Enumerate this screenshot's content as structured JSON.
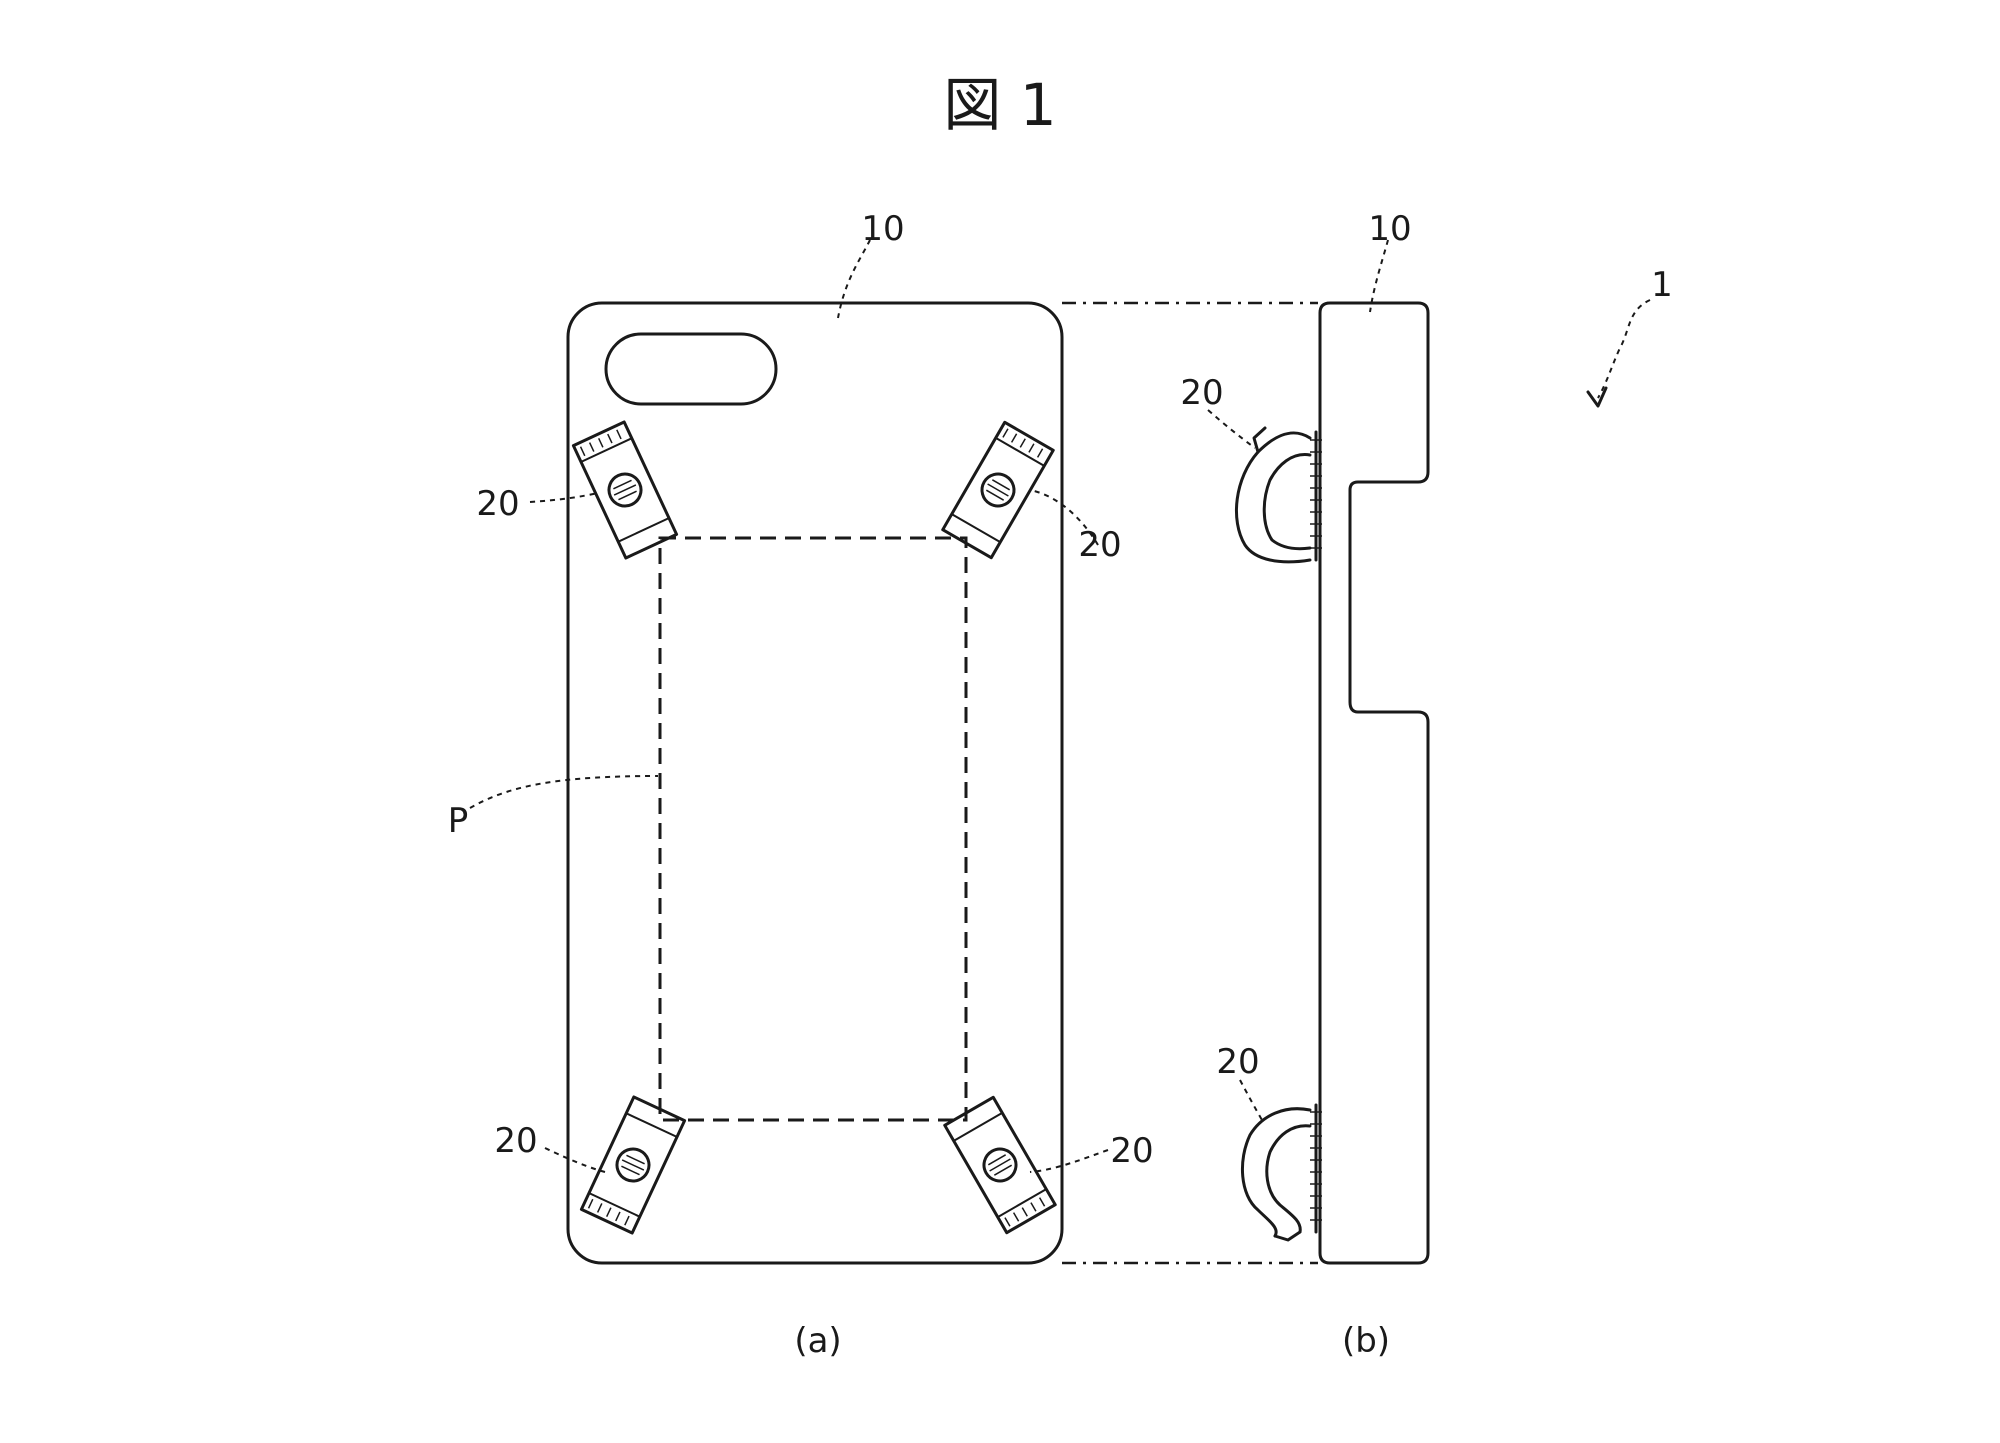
{
  "figure": {
    "title": "図 1"
  },
  "view_a": {
    "caption": "(a)",
    "body_ref": "10",
    "clip_refs": [
      "20",
      "20",
      "20",
      "20"
    ],
    "region_ref": "P"
  },
  "view_b": {
    "caption": "(b)",
    "body_ref": "10",
    "clip_refs": [
      "20",
      "20"
    ]
  },
  "assembly_ref": "1"
}
